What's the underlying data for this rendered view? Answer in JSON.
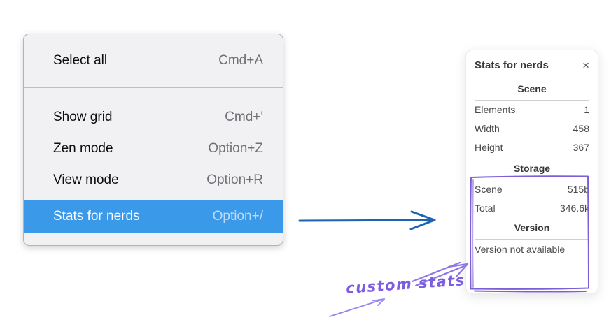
{
  "context_menu": {
    "highlight_color": "#3b99ea",
    "groups": [
      {
        "items": [
          {
            "label": "Select all",
            "shortcut": "Cmd+A"
          }
        ]
      },
      {
        "items": [
          {
            "label": "Show grid",
            "shortcut": "Cmd+'"
          },
          {
            "label": "Zen mode",
            "shortcut": "Option+Z"
          },
          {
            "label": "View mode",
            "shortcut": "Option+R"
          },
          {
            "label": "Stats for nerds",
            "shortcut": "Option+/",
            "selected": true
          }
        ]
      }
    ]
  },
  "stats_panel": {
    "title": "Stats for nerds",
    "close_label": "×",
    "scene": {
      "header": "Scene",
      "rows": [
        {
          "label": "Elements",
          "value": "1"
        },
        {
          "label": "Width",
          "value": "458"
        },
        {
          "label": "Height",
          "value": "367"
        }
      ]
    },
    "storage": {
      "header": "Storage",
      "rows": [
        {
          "label": "Scene",
          "value": "515b"
        },
        {
          "label": "Total",
          "value": "346.6k"
        }
      ]
    },
    "version": {
      "header": "Version",
      "note": "Version not available"
    }
  },
  "annotation": {
    "label": "custom stats",
    "text_color": "#7d5ce0",
    "box_color": "#7b5fd6",
    "arrow_color": "#8f76ea"
  },
  "pointer_arrow": {
    "color": "#1d64b0"
  }
}
